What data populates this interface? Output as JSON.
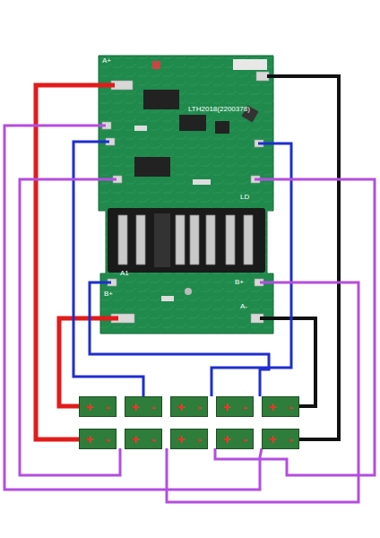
{
  "diagram": {
    "nodes": [
      {
        "text": [
          "+",
          "-"
        ]
      },
      {
        "text": [
          "+",
          "-"
        ]
      },
      {
        "text": [
          "+",
          "-"
        ]
      },
      {
        "text": [
          "+",
          "-"
        ]
      },
      {
        "text": [
          "+",
          "-"
        ]
      },
      {
        "text": [
          "+",
          "-"
        ]
      },
      {
        "text": [
          "+",
          "-"
        ]
      },
      {
        "text": [
          "+",
          "-"
        ]
      },
      {
        "text": [
          "+",
          "-"
        ]
      },
      {
        "text": [
          "+",
          "-"
        ]
      }
    ],
    "labels": [
      "A+",
      "A1",
      "B+",
      "B+",
      "A-",
      "LTH2018(2200378)",
      "LD"
    ]
  }
}
